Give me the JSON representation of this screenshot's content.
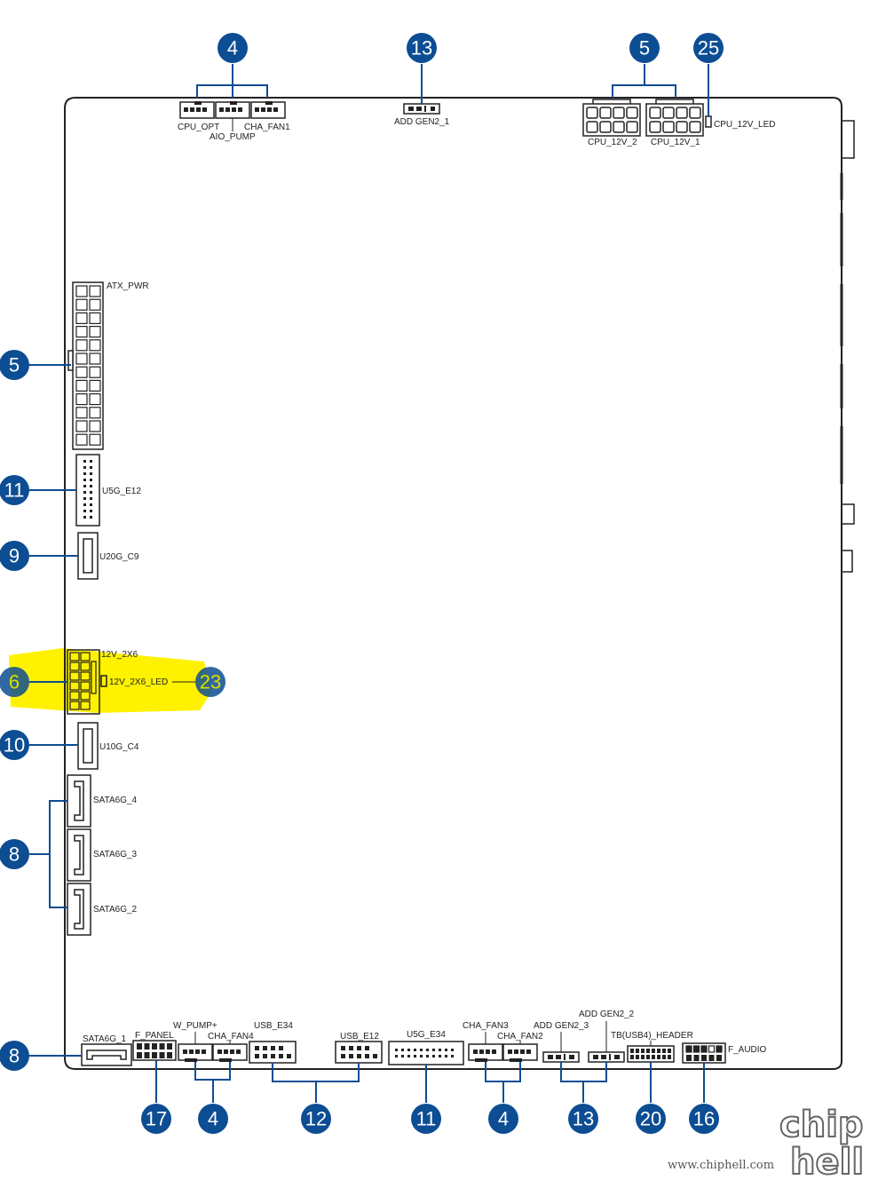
{
  "labels": {
    "cpu_opt": "CPU_OPT",
    "aio_pump": "AIO_PUMP",
    "cha_fan1": "CHA_FAN1",
    "add_gen2_1": "ADD GEN2_1",
    "cpu_12v_2": "CPU_12V_2",
    "cpu_12v_1": "CPU_12V_1",
    "cpu_12v_led": "CPU_12V_LED",
    "atx_pwr": "ATX_PWR",
    "u5g_e12": "U5G_E12",
    "u20g_c9": "U20G_C9",
    "v12_2x6": "12V_2X6",
    "v12_2x6_led": "12V_2X6_LED",
    "u10g_c4": "U10G_C4",
    "sata6g_4": "SATA6G_4",
    "sata6g_3": "SATA6G_3",
    "sata6g_2": "SATA6G_2",
    "sata6g_1": "SATA6G_1",
    "f_panel": "F_PANEL",
    "w_pump": "W_PUMP+",
    "cha_fan4": "CHA_FAN4",
    "usb_e34": "USB_E34",
    "usb_e12": "USB_E12",
    "u5g_e34": "U5G_E34",
    "cha_fan3": "CHA_FAN3",
    "cha_fan2": "CHA_FAN2",
    "add_gen2_3": "ADD GEN2_3",
    "add_gen2_2": "ADD GEN2_2",
    "tb_header": "TB(USB4)_HEADER",
    "f_audio": "F_AUDIO"
  },
  "callouts": {
    "top_fans": "4",
    "top_argb": "13",
    "top_cpu_power": "5",
    "top_cpu_led": "25",
    "left_atx": "5",
    "left_u5g": "11",
    "left_u20g": "9",
    "left_12v": "6",
    "left_12v_led": "23",
    "left_u10g": "10",
    "left_sata": "8",
    "bottom_sata": "8",
    "bottom_fpanel": "17",
    "bottom_fans_a": "4",
    "bottom_usb": "12",
    "bottom_u5g": "11",
    "bottom_fans_b": "4",
    "bottom_argb": "13",
    "bottom_tb": "20",
    "bottom_audio": "16"
  },
  "watermark": {
    "url": "www.chiphell.com",
    "logo_top": "chip",
    "logo_bottom": "hell"
  },
  "colors": {
    "callout": "#0d4d93",
    "highlight": "#fff200",
    "line": "#0d4d93"
  }
}
